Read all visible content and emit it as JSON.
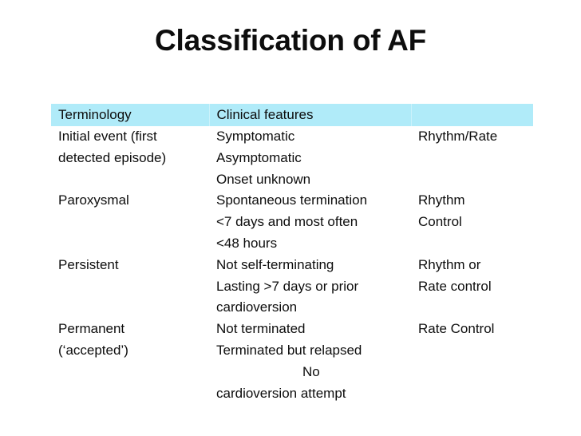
{
  "slide": {
    "title": "Classification of AF",
    "background_color": "#ffffff",
    "text_color": "#0d0d0d",
    "header_band_color": "#b0ebf9"
  },
  "table": {
    "columns": [
      {
        "key": "terminology",
        "header": "Terminology"
      },
      {
        "key": "clinical_features",
        "header": "Clinical features"
      },
      {
        "key": "strategy",
        "header": ""
      }
    ],
    "rows": [
      {
        "terminology": [
          "Initial event (first",
          "detected episode)"
        ],
        "clinical_features": [
          "Symptomatic",
          "Asymptomatic",
          "Onset unknown"
        ],
        "strategy": [
          "Rhythm/Rate"
        ]
      },
      {
        "terminology": [
          "Paroxysmal"
        ],
        "clinical_features": [
          "Spontaneous termination",
          "<7 days and most often",
          "<48 hours"
        ],
        "strategy": [
          "Rhythm",
          "Control"
        ]
      },
      {
        "terminology": [
          "Persistent"
        ],
        "clinical_features": [
          "Not self-terminating",
          "Lasting >7 days or prior",
          "cardioversion"
        ],
        "strategy": [
          "Rhythm or",
          "Rate control"
        ]
      },
      {
        "terminology": [
          "Permanent",
          "(‘accepted’)"
        ],
        "clinical_features": [
          "Not terminated",
          "Terminated but relapsed",
          "No",
          "cardioversion attempt"
        ],
        "clinical_features_indent": [
          false,
          false,
          true,
          false
        ],
        "strategy": [
          "Rate Control"
        ]
      }
    ]
  }
}
